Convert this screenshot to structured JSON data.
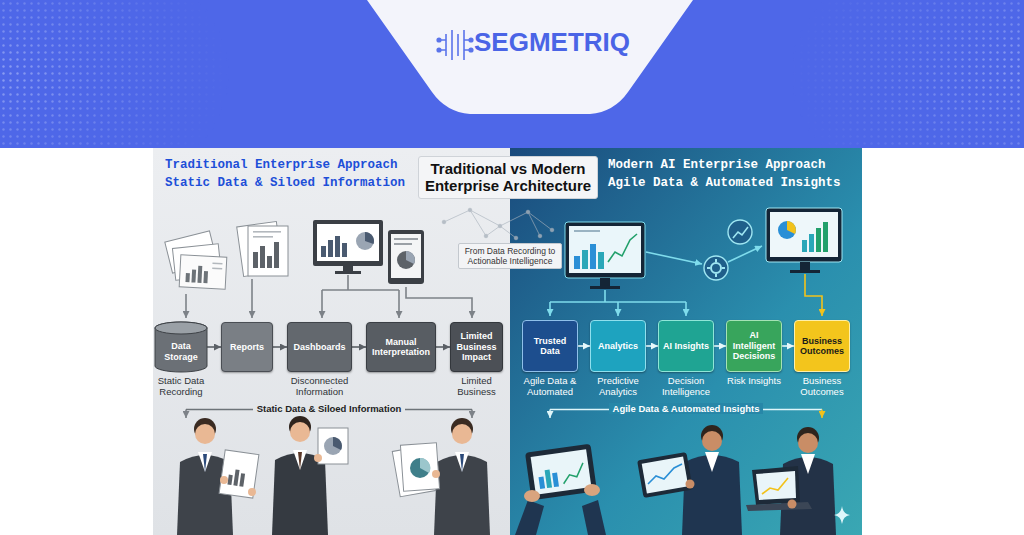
{
  "diagram": {
    "title": "Traditional vs Modern Enterprise Architecture",
    "nodes": [
      {
        "text": [
          "Traditional Enterprise Approach",
          "Static Data & Siloed Information"
        ]
      },
      {
        "text": [
          "Data Storage"
        ],
        "in": 0
      },
      {
        "text": [
          "Reports"
        ],
        "in": 0
      },
      {
        "text": [
          "Dashboards"
        ],
        "in": 0
      },
      {
        "text": [
          "Manual Interpretation"
        ],
        "in": 0
      },
      {
        "text": [
          "Limited Business Impact"
        ],
        "in": 0
      },
      {
        "text": [
          "Modern AI Enterprise Approach",
          "Agile Data & Automated Insights"
        ]
      },
      {
        "text": [
          "Trusted Data"
        ],
        "in": 6
      },
      {
        "text": [
          "Analytics"
        ],
        "in": 6
      },
      {
        "text": [
          "AI Insights"
        ],
        "in": 6
      },
      {
        "text": [
          "AI Intelligent Decisions"
        ],
        "in": 6
      },
      {
        "text": [
          "Business Outcomes"
        ],
        "in": 6
      }
    ],
    "edges": [
      {
        "from": 1,
        "to": 2,
        "arrow": "to"
      },
      {
        "from": 2,
        "to": 3,
        "arrow": "to"
      },
      {
        "from": 3,
        "to": 4,
        "arrow": "to"
      },
      {
        "from": 4,
        "to": 5,
        "arrow": "to"
      },
      {
        "from": 7,
        "to": 8,
        "arrow": "to"
      },
      {
        "from": 8,
        "to": 9,
        "arrow": "to"
      },
      {
        "from": 9,
        "to": 10,
        "arrow": "to"
      },
      {
        "from": 10,
        "to": 11,
        "arrow": "to"
      }
    ],
    "labels": [
      "SEGMETRIQ",
      "From Data Recording to Actionable Intelligence",
      "Static Data Recording",
      "Disconnected Information",
      "Limited Business",
      "Static Data & Siloed Information",
      "Agile Data & Automated",
      "Predictive Analytics",
      "Decision Intelligence",
      "Risk Insights",
      "Business Outcomes",
      "Agile Data & Automated Insights"
    ]
  }
}
